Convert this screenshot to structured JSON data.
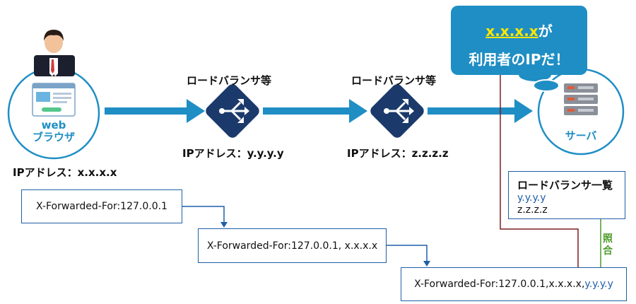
{
  "browser": {
    "line1": "web",
    "line2": "ブラウザ",
    "ip_label": "IPアドレス：x.x.x.x"
  },
  "lb1": {
    "title": "ロードバランサ等",
    "ip_label": "IPアドレス：y.y.y.y"
  },
  "lb2": {
    "title": "ロードバランサ等",
    "ip_label": "IPアドレス：z.z.z.z"
  },
  "server": {
    "label": "サーバ"
  },
  "callout": {
    "ip": "x.x.x.x",
    "suffix": "が",
    "line2": "利用者のIPだ！"
  },
  "lb_list": {
    "title": "ロードバランサ一覧",
    "items": [
      "y.y.y.y",
      "z.z.z.z"
    ]
  },
  "compare_label": {
    "chars": [
      "照",
      "合"
    ]
  },
  "headers": {
    "h1": "X-Forwarded-For:127.0.0.1",
    "h2": "X-Forwarded-For:127.0.0.1, x.x.x.x",
    "h3_prefix": "X-Forwarded-For:127.0.0.1,",
    "h3_mid": "x.x.x.x",
    "h3_sep": ",",
    "h3_end": "y.y.y.y"
  },
  "colors": {
    "arrow": "#1f8ec4",
    "navy": "#1b3a6b",
    "darkred": "#7a1e24",
    "green": "#4c9a2a",
    "box_border": "#1f5fa8"
  }
}
